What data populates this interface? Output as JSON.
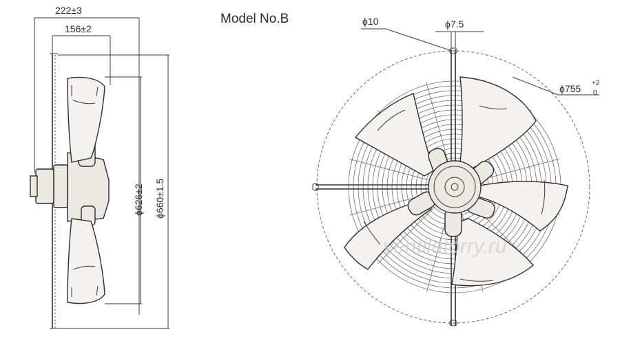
{
  "title": "Model No.B",
  "side_view": {
    "overall_depth": "222±3",
    "blade_depth": "156±2",
    "blade_diameter": "ϕ626±2",
    "guard_diameter": "ϕ660±1.5"
  },
  "front_view": {
    "mounting_hole": "ϕ10",
    "rod_diameter": "ϕ7.5",
    "outer_diameter": "ϕ755",
    "tolerance_upper": "+2",
    "tolerance_lower": "0"
  },
  "watermark": "ventilatorry.ru"
}
